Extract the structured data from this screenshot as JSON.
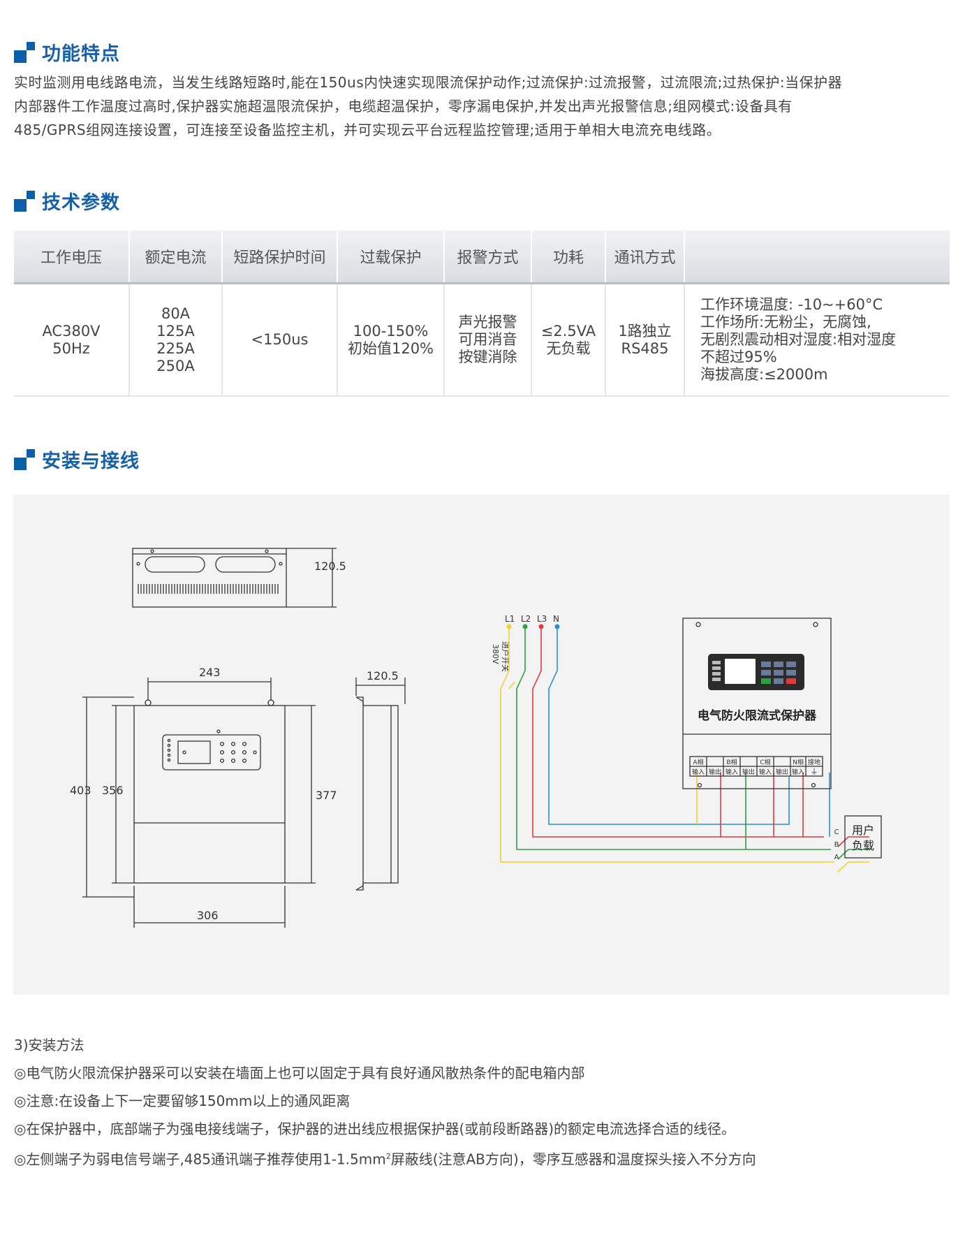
{
  "sections": {
    "features": {
      "title": "功能特点",
      "lines": [
        "实时监测用电线路电流，当发生线路短路时,能在150us内快速实现限流保护动作;过流保护:过流报警，过流限流;过热保护:当保护器",
        "内部器件工作温度过高时,保护器实施超温限流保护，电缆超温保护，零序漏电保护,并发出声光报警信息;组网模式:设备具有",
        "485/GPRS组网连接设置，可连接至设备监控主机，并可实现云平台远程监控管理;适用于单相大电流充电线路。"
      ]
    },
    "specs": {
      "title": "技术参数",
      "headers": [
        "工作电压",
        "额定电流",
        "短路保护时间",
        "过载保护",
        "报警方式",
        "功耗",
        "通讯方式",
        ""
      ],
      "row": [
        "AC380V\n50Hz",
        "80A\n125A\n225A\n250A",
        "<150us",
        "100-150%\n初始值120%",
        "声光报警\n可用消音\n按键消除",
        "≤2.5VA\n无负载",
        "1路独立\nRS485",
        "工作环境温度: -10~+60°C\n工作场所:无粉尘，无腐蚀,\n无剧烈震动相对湿度:相对湿度\n不超过95%\n海拔高度:≤2000m"
      ]
    },
    "install": {
      "title": "安装与接线",
      "method_title": "3)安装方法",
      "items": [
        "◎电气防火限流保护器采可以安装在墙面上也可以固定于具有良好通风散热条件的配电箱内部",
        "◎注意:在设备上下一定要留够150mm以上的通风距离",
        "◎在保护器中，底部端子为强电接线端子，保护器的进出线应根据保护器(或前段断路器)的额定电流选择合适的线径。"
      ],
      "last_item_before": "◎左侧端子为弱电信号端子,485通讯端子推荐使用1-1.5mm",
      "last_item_sup": "2",
      "last_item_after": "屏蔽线(注意AB方向)，零序互感器和温度探头接入不分方向"
    }
  },
  "diagram": {
    "dims": {
      "top_height": "120.5",
      "width_243": "243",
      "side_depth": "120.5",
      "h403": "403",
      "h356": "356",
      "h377": "377",
      "w306": "306"
    },
    "lines": {
      "l1": "L1",
      "l2": "L2",
      "l3": "L3",
      "n": "N"
    },
    "switch_label_1": "进户开关",
    "switch_label_2": "380V",
    "device_name": "电气防火限流式保护器",
    "terminals": {
      "groups": [
        "A相",
        "B相",
        "C相",
        "N相",
        "接地"
      ],
      "io": [
        "输入",
        "输出",
        "输入",
        "输出",
        "输入",
        "输出",
        "输入"
      ],
      "ground_symbol": "⏚"
    },
    "phases": {
      "c": "C",
      "b": "B",
      "a": "A"
    },
    "load_1": "用户",
    "load_2": "负载",
    "colors": {
      "yellow": "#f2d22e",
      "green": "#2ea043",
      "red": "#e0393e",
      "blue": "#2a8fd6",
      "brand": "#0b5fa8"
    }
  }
}
